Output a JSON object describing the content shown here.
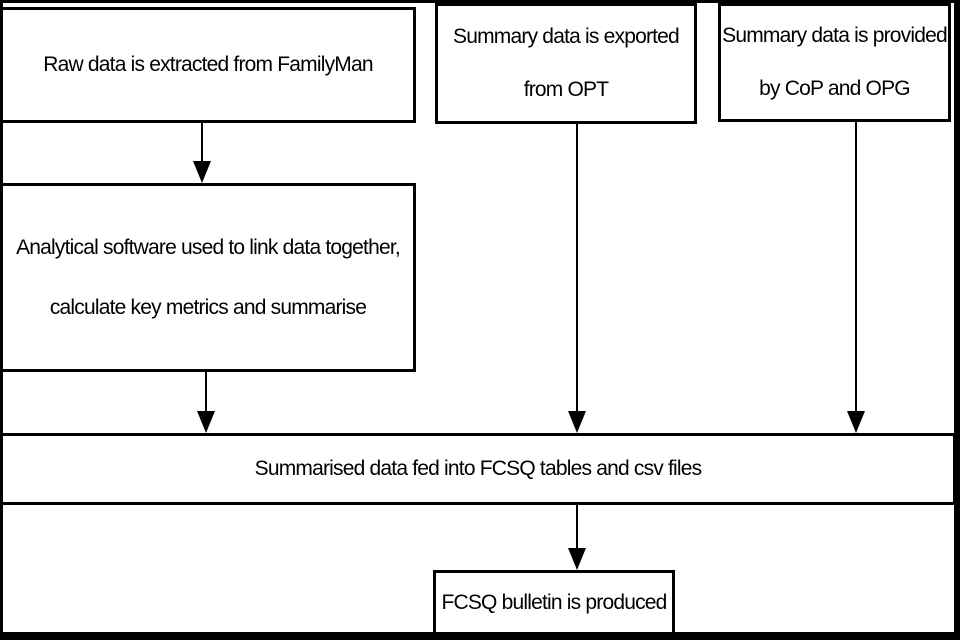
{
  "diagram": {
    "background_color": "#ffffff",
    "line_color": "#000000",
    "text_color": "#000000",
    "nodes": {
      "familyman": {
        "label": "Raw data is extracted from FamilyMan",
        "lines": [
          "Raw data is extracted from FamilyMan"
        ]
      },
      "opt": {
        "label": "Summary data is exported from OPT",
        "lines": [
          "Summary data is exported",
          "from OPT"
        ]
      },
      "cop_opg": {
        "label": "Summary data is provided by CoP and OPG",
        "lines": [
          "Summary data is provided",
          "by CoP and OPG"
        ]
      },
      "analytical": {
        "label": "Analytical software used to link data together, calculate key metrics and summarise",
        "lines": [
          "Analytical software used to link data together,",
          "calculate key metrics and summarise"
        ]
      },
      "fcsq_tables": {
        "label": "Summarised data fed into FCSQ tables and csv files",
        "lines": [
          "Summarised data fed into FCSQ tables and csv files"
        ]
      },
      "bulletin": {
        "label": "FCSQ bulletin is produced",
        "lines": [
          "FCSQ bulletin is produced"
        ]
      }
    },
    "edges": [
      {
        "from": "familyman",
        "to": "analytical"
      },
      {
        "from": "analytical",
        "to": "fcsq_tables"
      },
      {
        "from": "opt",
        "to": "fcsq_tables"
      },
      {
        "from": "cop_opg",
        "to": "fcsq_tables"
      },
      {
        "from": "fcsq_tables",
        "to": "bulletin"
      }
    ]
  }
}
